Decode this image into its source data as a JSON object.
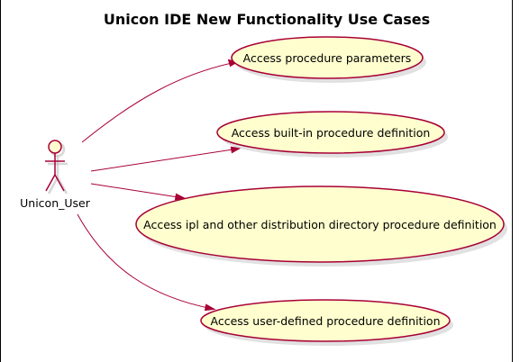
{
  "diagram": {
    "title": "Unicon IDE New Functionality Use Cases",
    "actor": {
      "label": "Unicon_User"
    },
    "use_cases": [
      {
        "label": "Access procedure parameters"
      },
      {
        "label": "Access built-in procedure definition"
      },
      {
        "label": "Access ipl and other distribution directory procedure definition"
      },
      {
        "label": "Access user-defined procedure definition"
      }
    ],
    "associations": [
      {
        "from": "Unicon_User",
        "to": "Access procedure parameters"
      },
      {
        "from": "Unicon_User",
        "to": "Access built-in procedure definition"
      },
      {
        "from": "Unicon_User",
        "to": "Access ipl and other distribution directory procedure definition"
      },
      {
        "from": "Unicon_User",
        "to": "Access user-defined procedure definition"
      }
    ],
    "colors": {
      "usecase_fill": "#FEFECE",
      "border": "#A80036",
      "background": "#ffffff"
    }
  }
}
